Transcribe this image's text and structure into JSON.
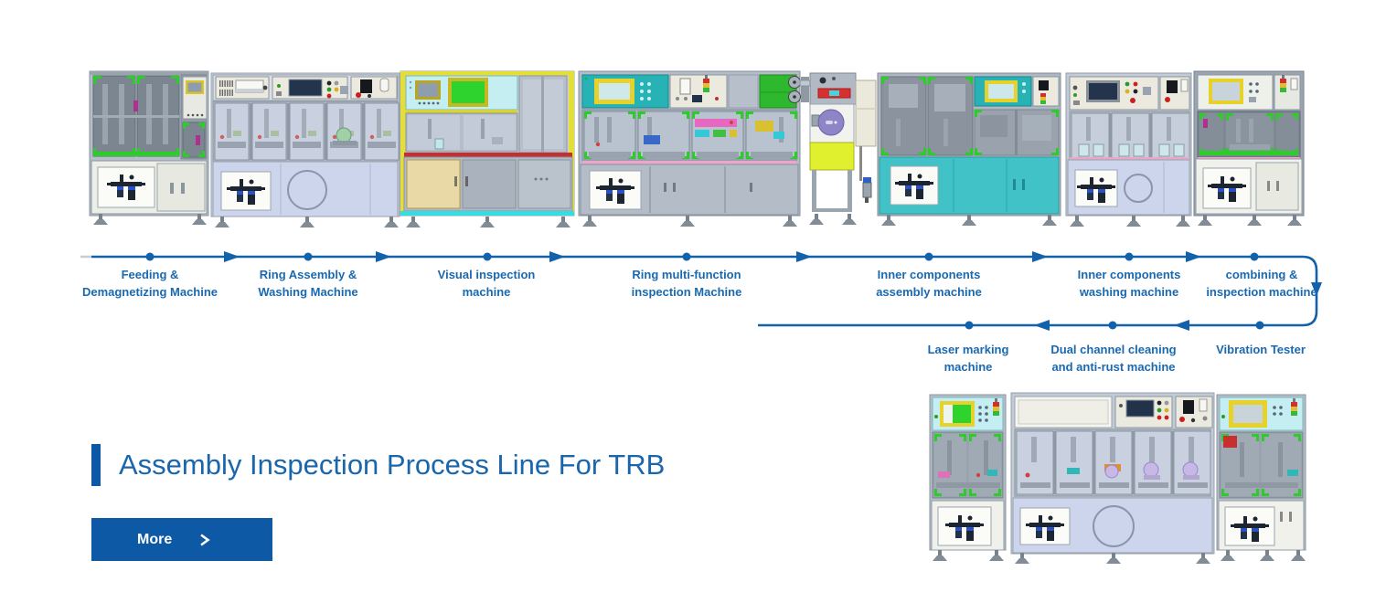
{
  "colors": {
    "background": "#ffffff",
    "flow_line": "#1161ab",
    "label_text": "#1a69b0",
    "title_text": "#1a66ac",
    "accent_bar": "#0c58a6",
    "button_bg": "#0d59a6",
    "button_text": "#ffffff"
  },
  "illustration_palette": {
    "frame_gray": "#b2bbc6",
    "frame_light": "#c8cfdc",
    "frame_yellow": "#e3de39",
    "glass_dark": "#7b8690",
    "glass_light": "#c9d1e1",
    "bracket_green": "#2ecc2b",
    "cabinet_white": "#f0f1ea",
    "cabinet_periwinkle": "#ccd5ec",
    "cabinet_teal": "#41c2c7",
    "panel_teal": "#27b2b6",
    "panel_cream": "#eceadf",
    "panel_cyan": "#c4eef2",
    "screen_green": "#2ed32e",
    "screen_border_yellow": "#e6d22a",
    "screen_navy": "#24344c",
    "stripe_red": "#c43030",
    "stripe_pink": "#eba6c9",
    "reel_purple": "#8d85c6",
    "reel_yellow": "#e0ef2e",
    "signal_red": "#d03030",
    "signal_yellow": "#e0c030",
    "signal_green": "#38b838"
  },
  "process_flow": {
    "top_steps": [
      {
        "line1": "Feeding &",
        "line2": "Demagnetizing Machine"
      },
      {
        "line1": "Ring Assembly &",
        "line2": "Washing Machine"
      },
      {
        "line1": "Visual inspection",
        "line2": "machine"
      },
      {
        "line1": "Ring multi-function",
        "line2": "inspection Machine"
      },
      {
        "line1": "Inner components",
        "line2": "assembly machine"
      },
      {
        "line1": "Inner components",
        "line2": "washing machine"
      },
      {
        "line1": "combining &",
        "line2": "inspection machine"
      }
    ],
    "bottom_steps": [
      {
        "line1": "Laser marking",
        "line2": "machine"
      },
      {
        "line1": "Dual channel cleaning",
        "line2": "and anti-rust machine"
      },
      {
        "line1": "Vibration Tester",
        "line2": ""
      }
    ]
  },
  "section": {
    "title": "Assembly Inspection Process Line For TRB",
    "more_label": "More"
  }
}
